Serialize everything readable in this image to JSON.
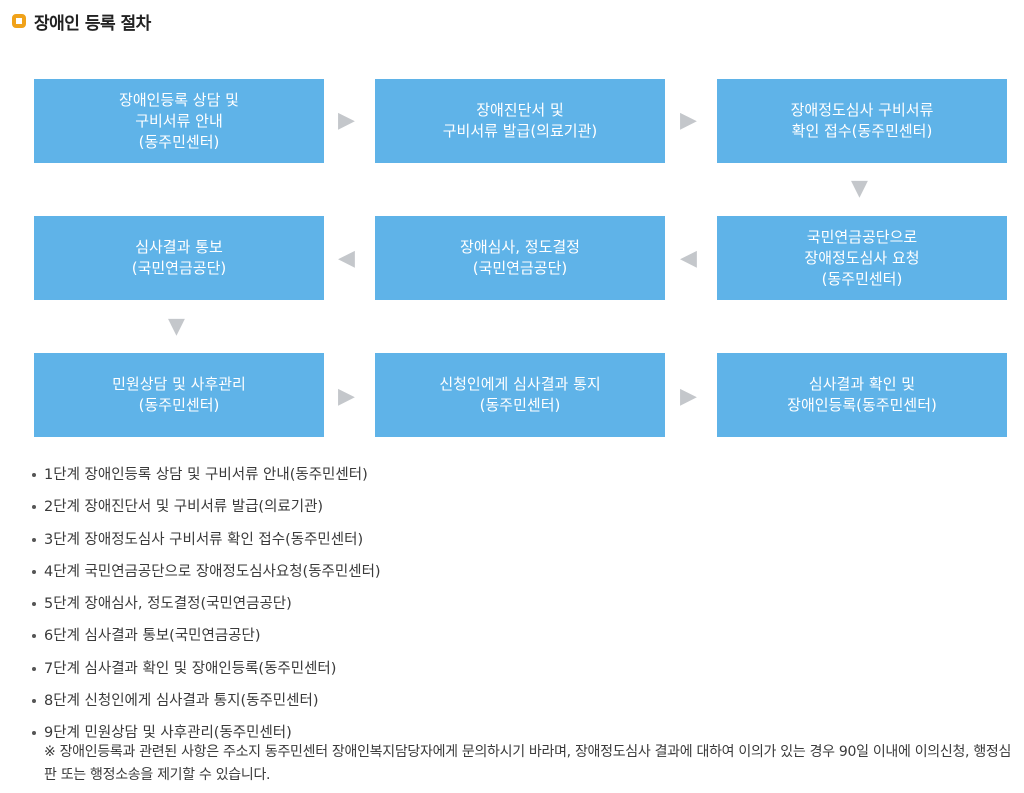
{
  "title": "장애인 등록 절차",
  "steps": [
    {
      "lines": [
        "장애인등록 상담 및",
        "구비서류 안내",
        "(동주민센터)"
      ]
    },
    {
      "lines": [
        "장애진단서 및",
        "구비서류 발급(의료기관)",
        ""
      ]
    },
    {
      "lines": [
        "장애정도심사 구비서류",
        "확인 접수(동주민센터)",
        ""
      ]
    },
    {
      "lines": [
        "국민연금공단으로",
        "장애정도심사 요청",
        "(동주민센터)"
      ]
    },
    {
      "lines": [
        "장애심사, 정도결정",
        "(국민연금공단)",
        ""
      ]
    },
    {
      "lines": [
        "심사결과 통보",
        "(국민연금공단)",
        ""
      ]
    },
    {
      "lines": [
        "민원상담 및 사후관리",
        "(동주민센터)",
        ""
      ]
    },
    {
      "lines": [
        "신청인에게 심사결과 통지",
        "(동주민센터)",
        ""
      ]
    },
    {
      "lines": [
        "심사결과 확인 및",
        "장애인등록(동주민센터)",
        ""
      ]
    }
  ],
  "list": [
    "1단계 장애인등록 상담 및 구비서류 안내(동주민센터)",
    "2단계 장애진단서 및 구비서류 발급(의료기관)",
    "3단계 장애정도심사 구비서류 확인 접수(동주민센터)",
    "4단계 국민연금공단으로 장애정도심사요청(동주민센터)",
    "5단계 장애심사, 정도결정(국민연금공단)",
    "6단계 심사결과 통보(국민연금공단)",
    "7단계 심사결과 확인 및 장애인등록(동주민센터)",
    "8단계 신청인에게 심사결과 통지(동주민센터)",
    "9단계 민원상담 및 사후관리(동주민센터)"
  ],
  "note": "※ 장애인등록과 관련된 사항은 주소지 동주민센터 장애인복지담당자에게 문의하시기 바라며, 장애정도심사 결과에 대하여 이의가 있는 경우 90일 이내에 이의신청, 행정심판 또는 행정소송을 제기할 수 있습니다.",
  "icons": {
    "arrow_right": "▶",
    "arrow_left": "◀",
    "arrow_down": "▼",
    "title_icon": "rounded-square-orange"
  },
  "colors": {
    "box": "#5fb3e8",
    "arrow": "#c4c7cb",
    "accent": "#f0a21a"
  }
}
